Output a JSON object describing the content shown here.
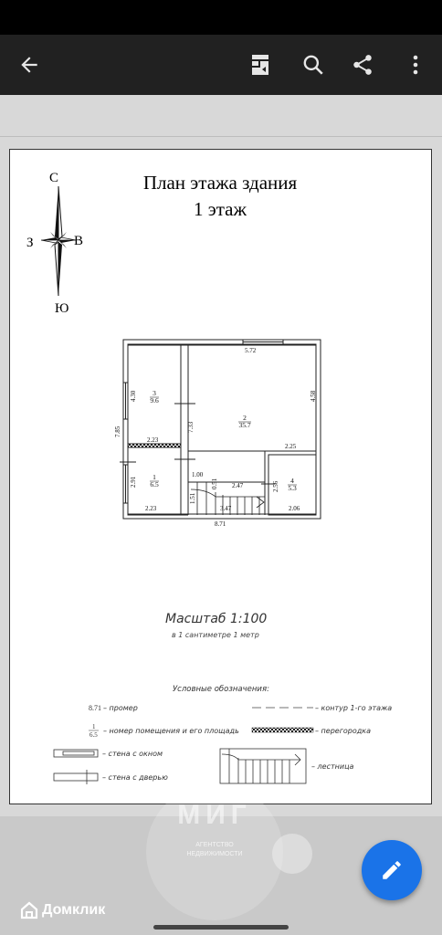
{
  "appbar": {
    "back_icon": "arrow-back-icon",
    "doc_icon": "document-icon",
    "search_icon": "search-icon",
    "share_icon": "share-icon",
    "menu_icon": "more-vert-icon"
  },
  "plan": {
    "title_line1": "План этажа здания",
    "title_line2": "1 этаж",
    "compass": {
      "north": "С",
      "south": "Ю",
      "west": "З",
      "east": "В"
    },
    "dims": {
      "top": "5.72",
      "right": "4.58",
      "left_total": "7.85",
      "room3_side": "4.30",
      "partition": "2.23",
      "mid": "7.33",
      "hall_right": "2.25",
      "stair_w": "1.00",
      "stair_a": "0.51",
      "stair_len": "2.47",
      "room4_side": "2.56",
      "room1_side": "2.91",
      "stair_side": "1.51",
      "stair_bottom": "3.47",
      "room1_bottom": "2.23",
      "room4_bottom": "2.06",
      "total_bottom": "8.71"
    },
    "rooms": [
      {
        "num": "3",
        "area": "9.6"
      },
      {
        "num": "2",
        "area": "35.7"
      },
      {
        "num": "1",
        "area": "6.5"
      },
      {
        "num": "4",
        "area": "5.3"
      }
    ],
    "scale": "Масштаб 1:100",
    "scale_note": "в 1 сантиметре 1 метр",
    "legend": {
      "heading": "Условные обозначения:",
      "dim_sample": "8.71",
      "dim_label": "– промер",
      "room_num_sample": "1",
      "room_area_sample": "6.5",
      "room_label": "– номер помещения и его площадь",
      "window_label": "– стена с окном",
      "door_label": "– стена с дверью",
      "contour_label": "– контур 1-го этажа",
      "partition_label": "– перегородка",
      "stairs_label": "– лестница"
    }
  },
  "watermark": {
    "brand": "МИГ",
    "line1": "АГЕНТСТВО",
    "line2": "НЕДВИЖИМОСТИ"
  },
  "footer": {
    "logo_text": "Домклик"
  },
  "fab": {
    "icon": "edit-pencil-icon"
  }
}
